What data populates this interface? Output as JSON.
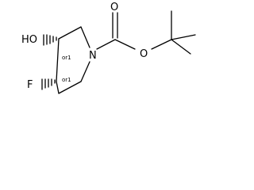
{
  "molecule": {
    "atoms": {
      "hydroxyl": "HO",
      "fluorine": "F",
      "ring_nitrogen": "N",
      "carbonyl_oxygen": "O",
      "ester_oxygen": "O"
    },
    "stereo_labels": {
      "c3": "or1",
      "c4": "or1"
    }
  }
}
